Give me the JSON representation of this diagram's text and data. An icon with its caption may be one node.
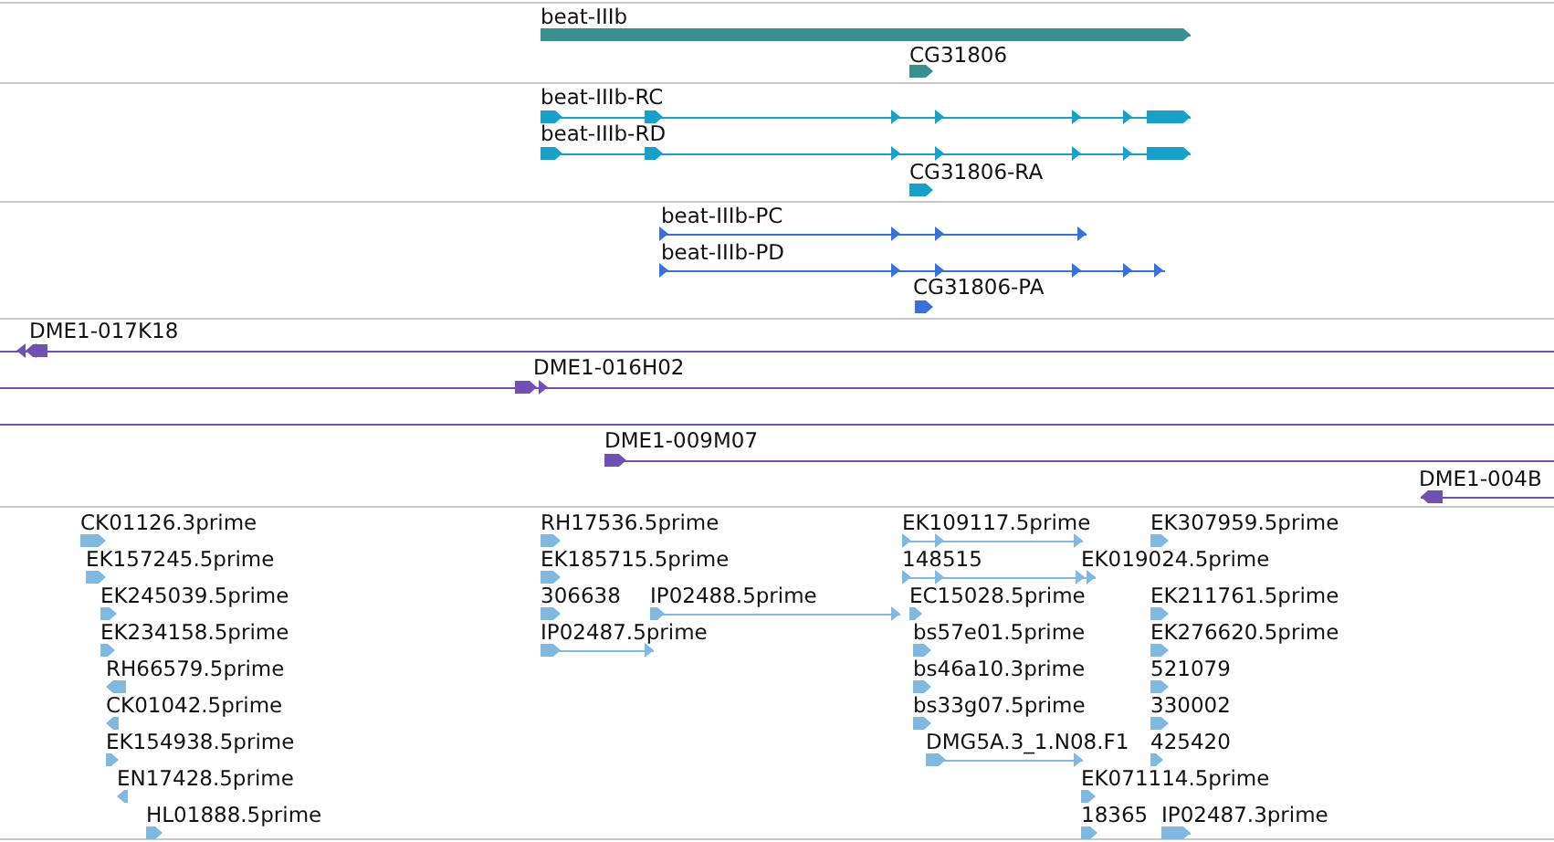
{
  "diagram": {
    "labels": [
      "beat-IIIb",
      "CG31806",
      "beat-IIIb-RC",
      "beat-IIIb-RD",
      "CG31806-RA",
      "beat-IIIb-PC",
      "beat-IIIb-PD",
      "CG31806-PA",
      "DME1-017K18",
      "DME1-016H02",
      "DME1-009M07",
      "DME1-004B",
      "CK01126.3prime",
      "RH17536.5prime",
      "EK109117.5prime",
      "EK307959.5prime",
      "EK157245.5prime",
      "EK185715.5prime",
      "148515",
      "EK019024.5prime",
      "EK245039.5prime",
      "306638",
      "IP02488.5prime",
      "EC15028.5prime",
      "EK211761.5prime",
      "EK234158.5prime",
      "IP02487.5prime",
      "bs57e01.5prime",
      "EK276620.5prime",
      "RH66579.5prime",
      "bs46a10.3prime",
      "521079",
      "CK01042.5prime",
      "bs33g07.5prime",
      "330002",
      "EK154938.5prime",
      "DMG5A.3_1.N08.F1",
      "425420",
      "EN17428.5prime",
      "EK071114.5prime",
      "HL01888.5prime",
      "18365",
      "IP02487.3prime"
    ]
  }
}
